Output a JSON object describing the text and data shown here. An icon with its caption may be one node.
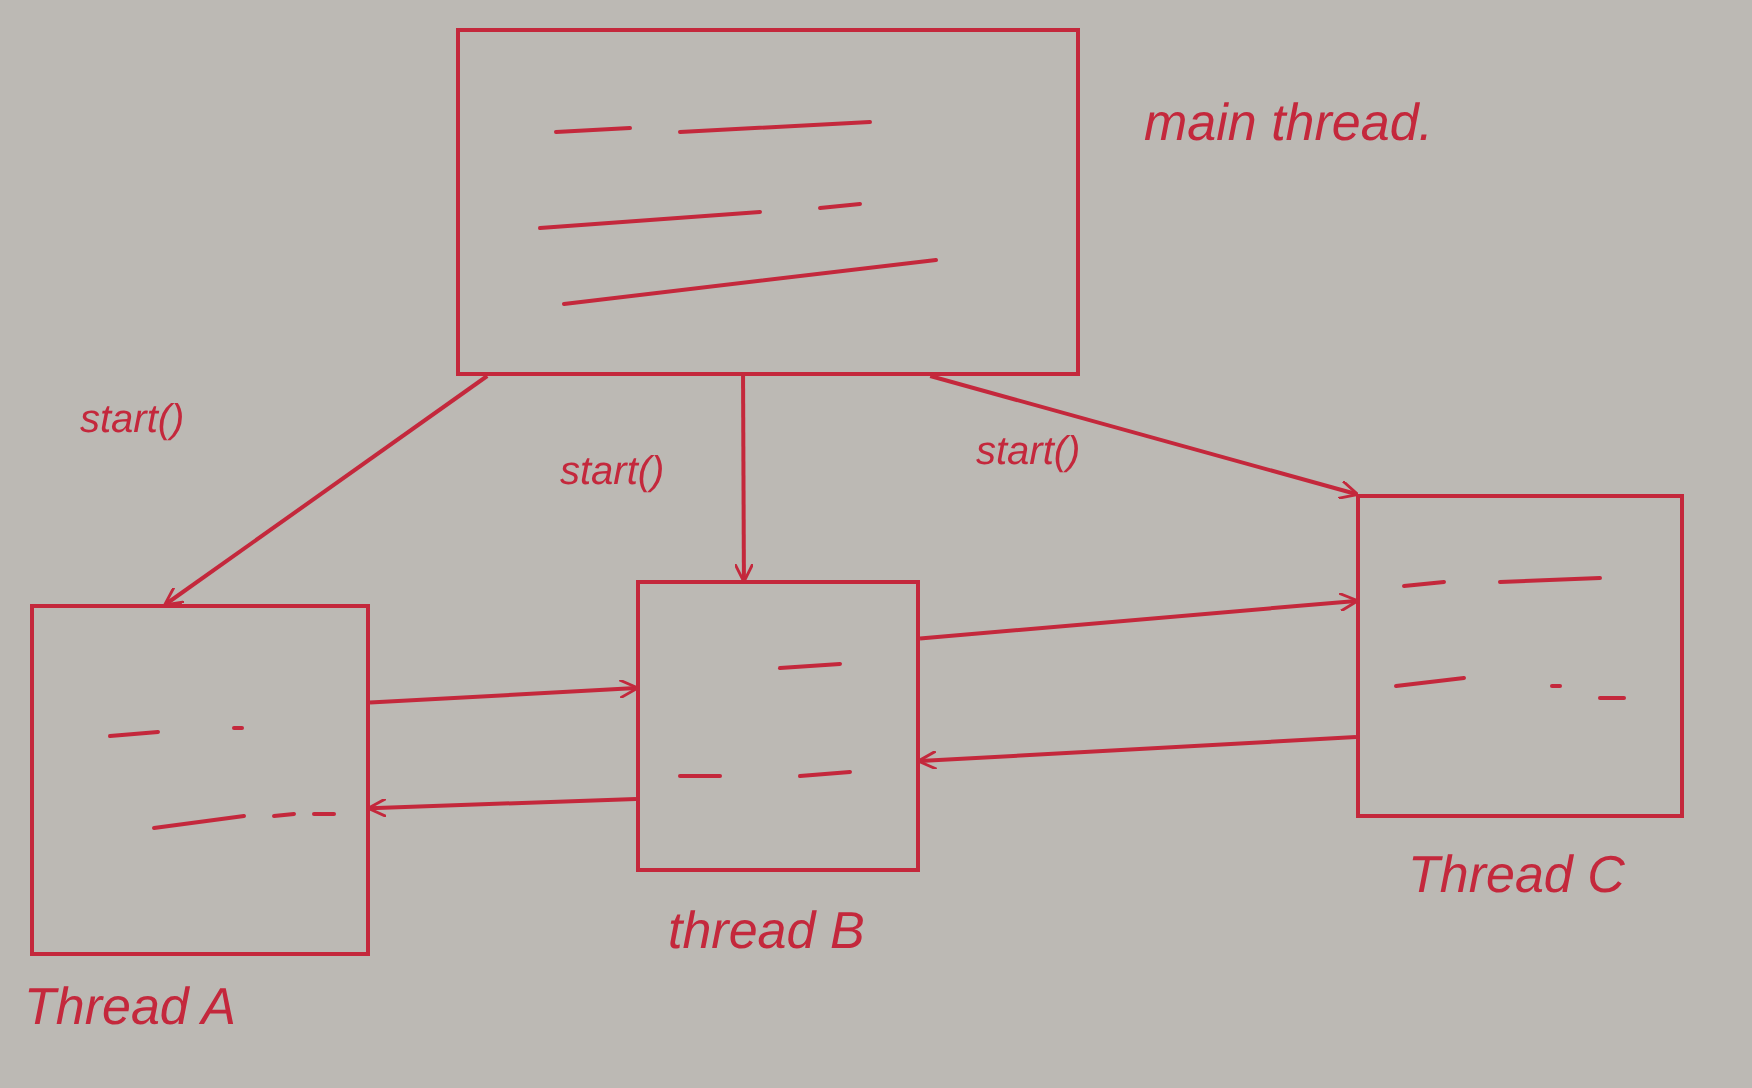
{
  "diagram": {
    "nodes": [
      {
        "text": [],
        "shape": "box",
        "beside": [
          "main thread."
        ]
      },
      {
        "text": [],
        "shape": "box",
        "beside": [
          "Thread A"
        ]
      },
      {
        "text": [],
        "shape": "box",
        "beside": [
          "thread B"
        ]
      },
      {
        "text": [],
        "shape": "box",
        "beside": [
          "Thread C"
        ]
      }
    ],
    "edges": [
      {
        "from": 0,
        "to": 1,
        "arrow": "to",
        "label": "start()"
      },
      {
        "from": 0,
        "to": 2,
        "arrow": "to",
        "label": "start()"
      },
      {
        "from": 0,
        "to": 3,
        "arrow": "to",
        "label": "start()"
      },
      {
        "from": 1,
        "to": 2,
        "arrow": "to"
      },
      {
        "from": 2,
        "to": 1,
        "arrow": "to"
      },
      {
        "from": 2,
        "to": 3,
        "arrow": "to"
      },
      {
        "from": 3,
        "to": 2,
        "arrow": "to"
      }
    ]
  }
}
